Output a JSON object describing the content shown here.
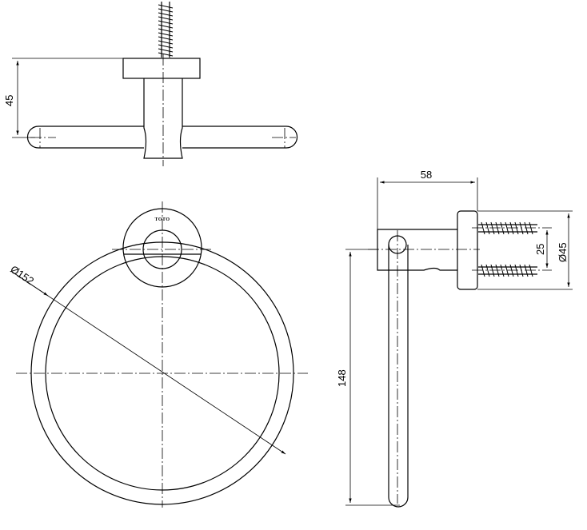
{
  "dimensions": {
    "top_height": "45",
    "ring_diameter": "Ø152",
    "side_depth": "58",
    "mount_center": "25",
    "mount_diameter": "Ø45",
    "side_drop": "148"
  },
  "brand_logo": "TOTO"
}
